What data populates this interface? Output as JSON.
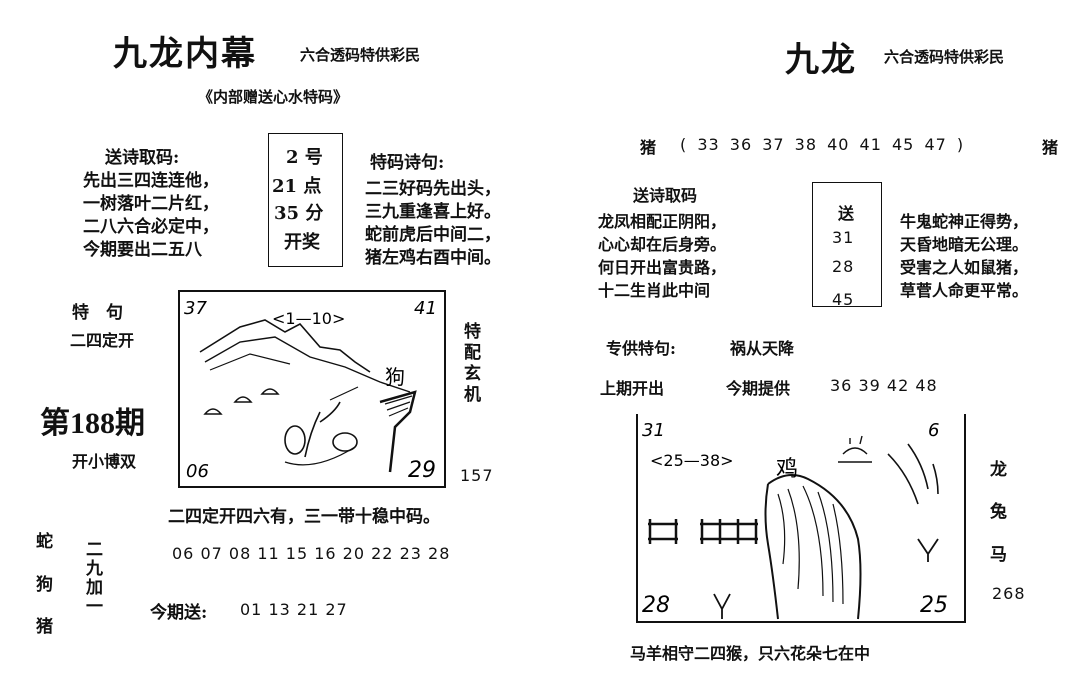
{
  "left": {
    "title": "九龙内幕",
    "subtitle": "六合透码特供彩民",
    "gift_note": "《内部赠送心水特码》",
    "poem_heading": "送诗取码:",
    "poem_lines": [
      "先出三四连连他，",
      "一树落叶二片红，",
      "二八六合必定中，",
      "今期要出二五八"
    ],
    "draw_box": [
      "2 号",
      "21 点",
      "35 分",
      "开奖"
    ],
    "special_heading": "特码诗句:",
    "special_lines": [
      "二三好码先出头，",
      "三九重逢喜上好。",
      "蛇前虎后中间二，",
      "猪左鸡右酉中间。"
    ],
    "te_ju": "特　句",
    "te_ju_value": "二四定开",
    "issue": "第188期",
    "kai_xiao": "开小博双",
    "vertical_hint": "特配玄机",
    "corner_tl": "37",
    "corner_tr": "41",
    "corner_bl": "06",
    "corner_br": "29",
    "img_range": "<1—10>",
    "img_char": "狗",
    "side_number": "157",
    "line_note": "二四定开四六有，三一带十稳中码。",
    "animals": [
      "蛇",
      "狗",
      "猪"
    ],
    "plus_hint": "二九加一",
    "numbers": "06 07 08 11 15 16 20 22 23 28",
    "send_label": "今期送:",
    "send_numbers": "01 13 21 27"
  },
  "right": {
    "title": "九龙",
    "subtitle": "六合透码特供彩民",
    "pig_label": "猪",
    "pig_numbers": "( 33 36 37 38 40 41 45 47 )",
    "poem_heading": "送诗取码",
    "poem_lines": [
      "龙凤相配正阴阳，",
      "心心却在后身旁。",
      "何日开出富贵路，",
      "十二生肖此中间"
    ],
    "send_box": [
      "送",
      "31",
      "28",
      "45"
    ],
    "poem_lines2": [
      "牛鬼蛇神正得势，",
      "天昏地暗无公理。",
      "受害之人如鼠猪，",
      "草菅人命更平常。"
    ],
    "special_label": "专供特句:",
    "special_value": "祸从天降",
    "last_label": "上期开出",
    "provide_label": "今期提供",
    "provide_numbers": "36 39 42 48",
    "corner_tl": "31",
    "corner_tr": "6",
    "corner_bl": "28",
    "corner_br": "25",
    "img_range": "<25—38>",
    "img_char": "鸡",
    "side_animals": [
      "龙",
      "兔",
      "马"
    ],
    "side_number": "268",
    "bottom_line": "马羊相守二四猴，只六花朵七在中"
  }
}
